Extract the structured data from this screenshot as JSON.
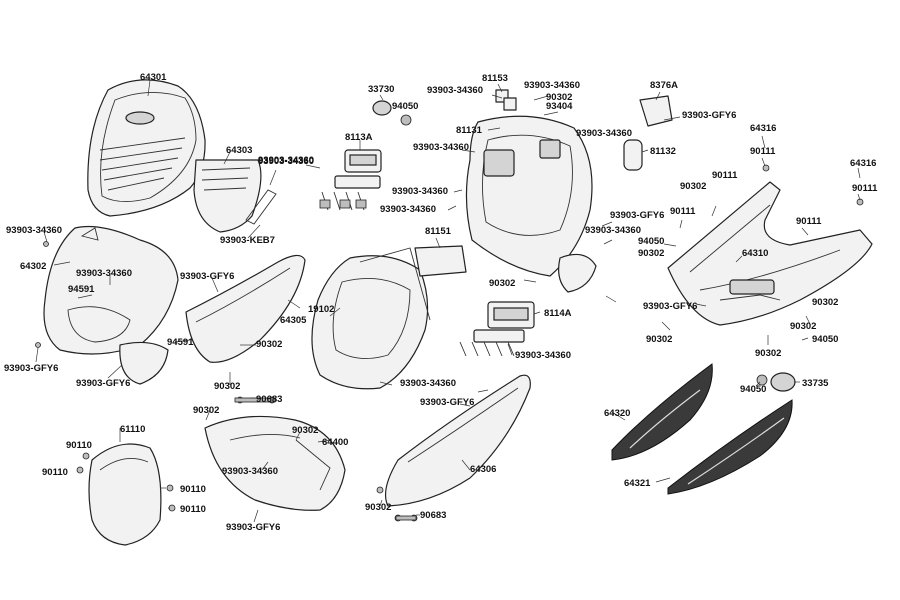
{
  "labels": {
    "l64301": "64301",
    "l64303": "64303",
    "l93903_34360_a": "93903-34360",
    "l93903_keb7": "93903-KEB7",
    "l93903_34360_b": "93903-34360",
    "l64302": "64302",
    "l93903_34360_c": "93903-34360",
    "l94591_a": "94591",
    "l93903_gfy6_a": "93903-GFY6",
    "l64305": "64305",
    "l90302_a": "90302",
    "l94591_b": "94591",
    "l93903_gfy6_b": "93903-GFY6",
    "l93903_gfy6_c": "93903-GFY6",
    "l90302_b": "90302",
    "l33730": "33730",
    "l94050_a": "94050",
    "l8113a": "8113A",
    "l93903_34360_d": "93903-34360",
    "l81153": "81153",
    "l93903_34360_e": "93903-34360",
    "l93903_34360_f": "93903-34360",
    "l90302_c": "90302",
    "l93404": "93404",
    "l81131": "81131",
    "l93903_34360_g": "93903-34360",
    "l93903_34360_h": "93903-34360",
    "l93903_34360_i": "93903-34360",
    "l93903_34360_j": "93903-34360",
    "l81151": "81151",
    "l19102": "19102",
    "l8376a": "8376A",
    "l93903_gfy6_d": "93903-GFY6",
    "l81132": "81132",
    "l64316_a": "64316",
    "l90111_a": "90111",
    "l64316_b": "64316",
    "l90111_b": "90111",
    "l90302_d": "90302",
    "l90111_c": "90111",
    "l93903_gfy6_e": "93903-GFY6",
    "l90111_d": "90111",
    "l90111_e": "90111",
    "l93903_34360_k": "93903-34360",
    "l94050_b": "94050",
    "l90302_e": "90302",
    "l64310": "64310",
    "l90302_f": "90302",
    "l8114a": "8114A",
    "l93903_gfy6_f": "93903-GFY6",
    "l90302_g": "90302",
    "l90302_h": "90302",
    "l90302_i": "90302",
    "l94050_c": "94050",
    "l93903_34360_l": "93903-34360",
    "l93903_34360_m": "93903-34360",
    "l90302_j": "90302",
    "l94050_d": "94050",
    "l33735": "33735",
    "l90302_k": "90302",
    "l90683_a": "90683",
    "l93903_gfy6_g": "93903-GFY6",
    "l64400": "64400",
    "l90302_l": "90302",
    "l93903_34360_n": "93903-34360",
    "l93903_gfy6_h": "93903-GFY6",
    "l61110": "61110",
    "l90110_a": "90110",
    "l90110_b": "90110",
    "l90110_c": "90110",
    "l90110_d": "90110",
    "l64306": "64306",
    "l90302_m": "90302",
    "l90683_b": "90683",
    "l64320": "64320",
    "l64321": "64321"
  }
}
